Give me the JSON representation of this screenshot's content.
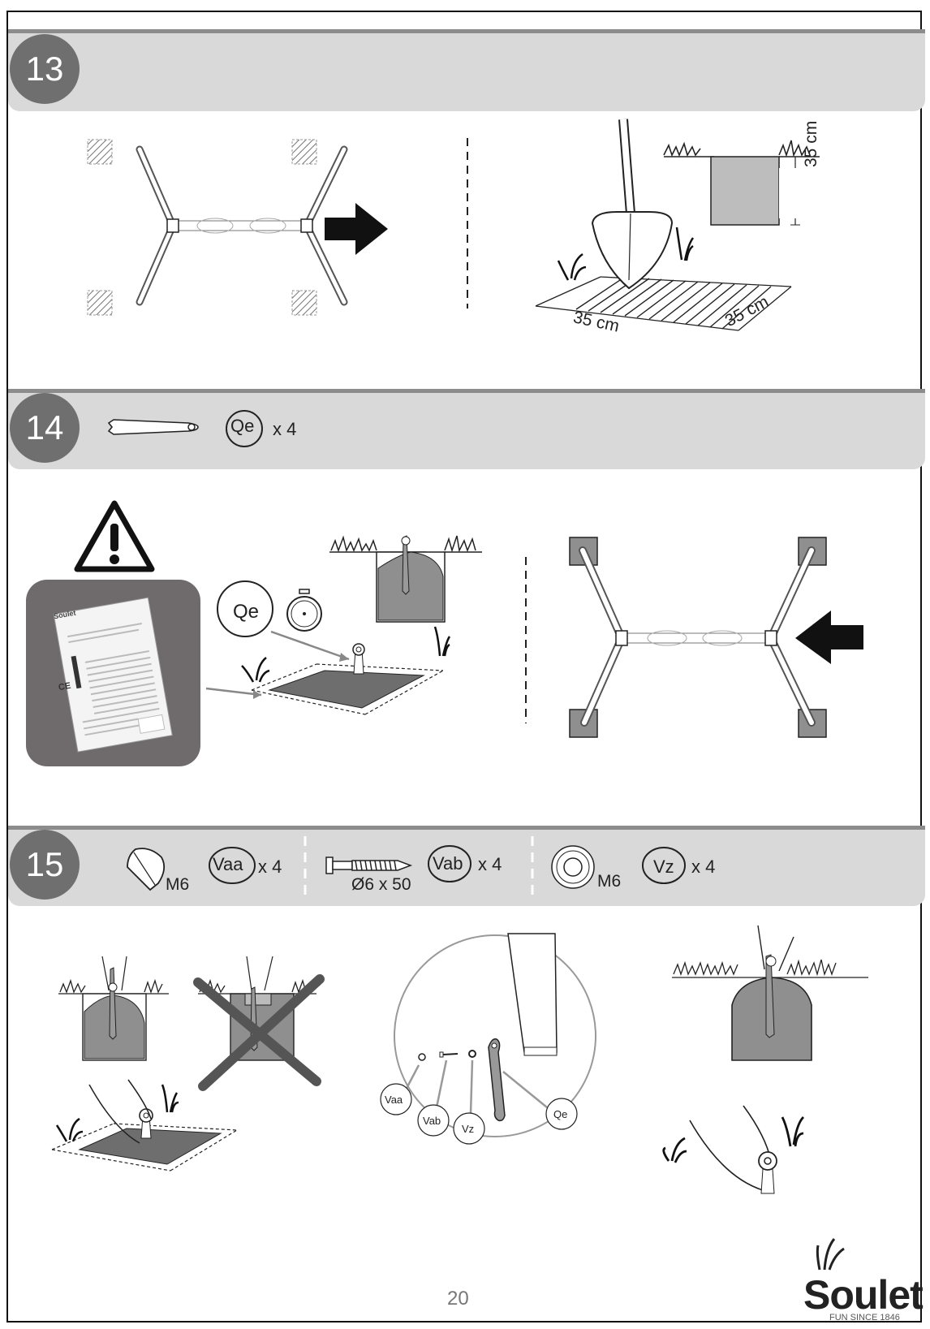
{
  "steps": [
    {
      "number": "13"
    },
    {
      "number": "14",
      "parts": [
        {
          "code": "Qe",
          "qty": "x 4"
        }
      ]
    },
    {
      "number": "15",
      "parts": [
        {
          "code": "Vaa",
          "qty": "x 4",
          "size": "M6"
        },
        {
          "code": "Vab",
          "qty": "x 4",
          "size": "Ø6 x 50"
        },
        {
          "code": "Vz",
          "qty": "x 4",
          "size": "M6"
        }
      ]
    }
  ],
  "step13": {
    "depth_label": "35 cm",
    "width_label": "35 cm",
    "length_label": "35 cm"
  },
  "step14": {
    "callout": "Qe",
    "manual_brand": "Soulet",
    "manual_ce": "CE"
  },
  "step15": {
    "callouts": [
      "Vaa",
      "Vab",
      "Vz",
      "Qe"
    ]
  },
  "footer": {
    "page_number": "20",
    "brand": "Soulet",
    "tagline": "FUN SINCE 1846"
  },
  "icons": [
    "warning-icon",
    "timer-icon",
    "arrow-right-icon",
    "arrow-left-icon",
    "shovel-icon",
    "ground-anchor-icon",
    "nut-icon",
    "bolt-icon",
    "washer-icon",
    "grass-icon"
  ]
}
